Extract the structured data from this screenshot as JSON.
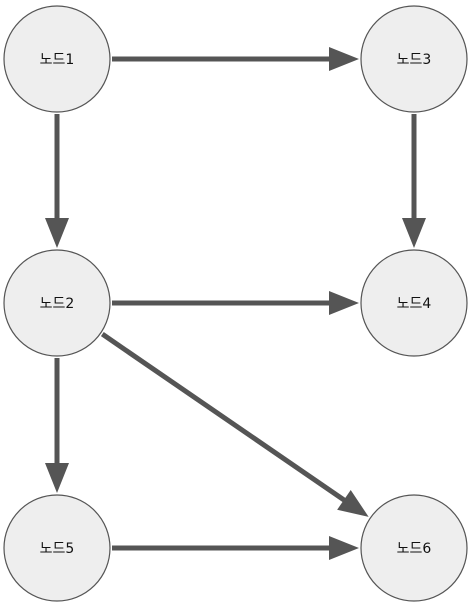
{
  "diagram": {
    "nodes": [
      {
        "id": "n1",
        "label": "노드1"
      },
      {
        "id": "n2",
        "label": "노드2"
      },
      {
        "id": "n3",
        "label": "노드3"
      },
      {
        "id": "n4",
        "label": "노드4"
      },
      {
        "id": "n5",
        "label": "노드5"
      },
      {
        "id": "n6",
        "label": "노드6"
      }
    ],
    "edges": [
      {
        "from": "n1",
        "to": "n3"
      },
      {
        "from": "n1",
        "to": "n2"
      },
      {
        "from": "n3",
        "to": "n4"
      },
      {
        "from": "n2",
        "to": "n4"
      },
      {
        "from": "n2",
        "to": "n6"
      },
      {
        "from": "n2",
        "to": "n5"
      },
      {
        "from": "n5",
        "to": "n6"
      }
    ],
    "colors": {
      "node_fill": "#eeeeee",
      "node_stroke": "#555555",
      "edge": "#555555",
      "label": "#111111",
      "background": "#ffffff"
    }
  }
}
